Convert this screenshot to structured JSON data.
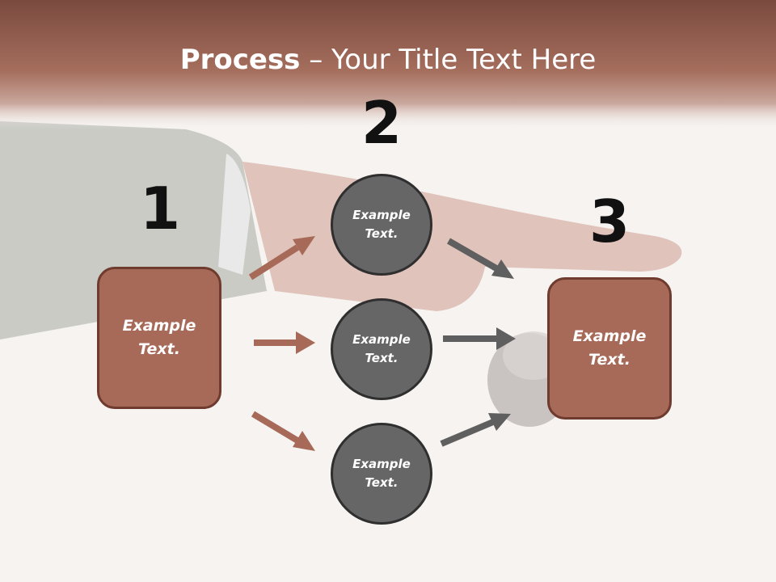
{
  "title": {
    "bold": "Process",
    "rest": " – Your Title Text Here"
  },
  "steps": {
    "one": {
      "number": "1",
      "line1": "Example",
      "line2": "Text."
    },
    "two": {
      "number": "2"
    },
    "three": {
      "number": "3",
      "line1": "Example",
      "line2": "Text."
    }
  },
  "circles": [
    {
      "line1": "Example",
      "line2": "Text."
    },
    {
      "line1": "Example",
      "line2": "Text."
    },
    {
      "line1": "Example",
      "line2": "Text."
    }
  ],
  "colors": {
    "box_fill": "#a86a58",
    "box_border": "#6e3b2e",
    "circle_fill": "#666666",
    "circle_border": "#2f2f2f",
    "arrow_brown": "#a86a58",
    "arrow_gray": "#5f5f5f",
    "header": "#8a5446"
  }
}
